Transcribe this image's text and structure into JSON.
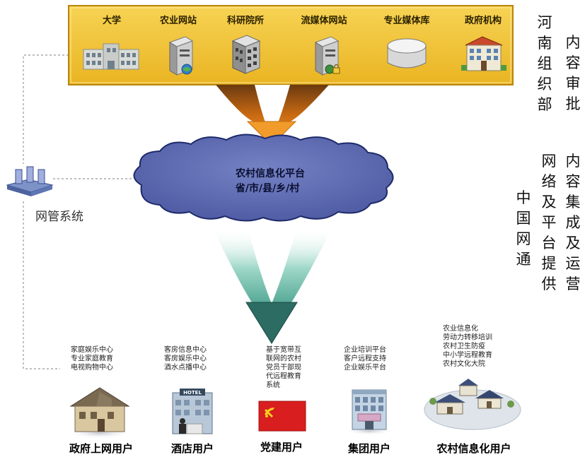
{
  "sources": {
    "items": [
      {
        "label": "大学",
        "icon": "university-building-icon"
      },
      {
        "label": "农业网站",
        "icon": "server-globe-icon"
      },
      {
        "label": "科研院所",
        "icon": "research-building-icon"
      },
      {
        "label": "流媒体网站",
        "icon": "server-lock-icon"
      },
      {
        "label": "专业媒体库",
        "icon": "database-disk-icon"
      },
      {
        "label": "政府机构",
        "icon": "government-building-icon"
      }
    ]
  },
  "side_labels": {
    "henan_org": "河南组织部",
    "content_approval": "内容审批",
    "network_platform": "网络及平台提供",
    "content_integration": "内容集成及运营",
    "china_netcom": "中国网通"
  },
  "cloud": {
    "line1": "农村信息化平台",
    "line2": "省/市/县/乡/村"
  },
  "management": {
    "label": "网管系统",
    "icon": "network-management-icon"
  },
  "users": [
    {
      "label": "政府上网用户",
      "icon": "house-icon",
      "services": [
        "家庭娱乐中心",
        "专业家庭教育",
        "电视购物中心"
      ]
    },
    {
      "label": "酒店用户",
      "icon": "hotel-icon",
      "services": [
        "客房信息中心",
        "客房娱乐中心",
        "酒水点播中心"
      ]
    },
    {
      "label": "党建用户",
      "icon": "party-flag-icon",
      "services": [
        "基于宽带互",
        "联网的农村",
        "党员干部现",
        "代远程教育",
        "系统"
      ]
    },
    {
      "label": "集团用户",
      "icon": "office-building-icon",
      "services": [
        "企业培训平台",
        "客户远程支持",
        "企业娱乐平台"
      ]
    },
    {
      "label": "农村信息化用户",
      "icon": "village-icon",
      "services": [
        "农业信息化",
        "劳动力转移培训",
        "农村卫生防疫",
        "中小学远程教育",
        "农村文化大院"
      ]
    }
  ],
  "colors": {
    "source_panel": "#f2c12e",
    "source_border": "#b8860b",
    "cloud_fill": "#5b69b3",
    "funnel_orange": "#e07a10",
    "funnel_teal": "#2e8b7a",
    "flag_red": "#d81e1e",
    "dashed_line": "#999999"
  }
}
